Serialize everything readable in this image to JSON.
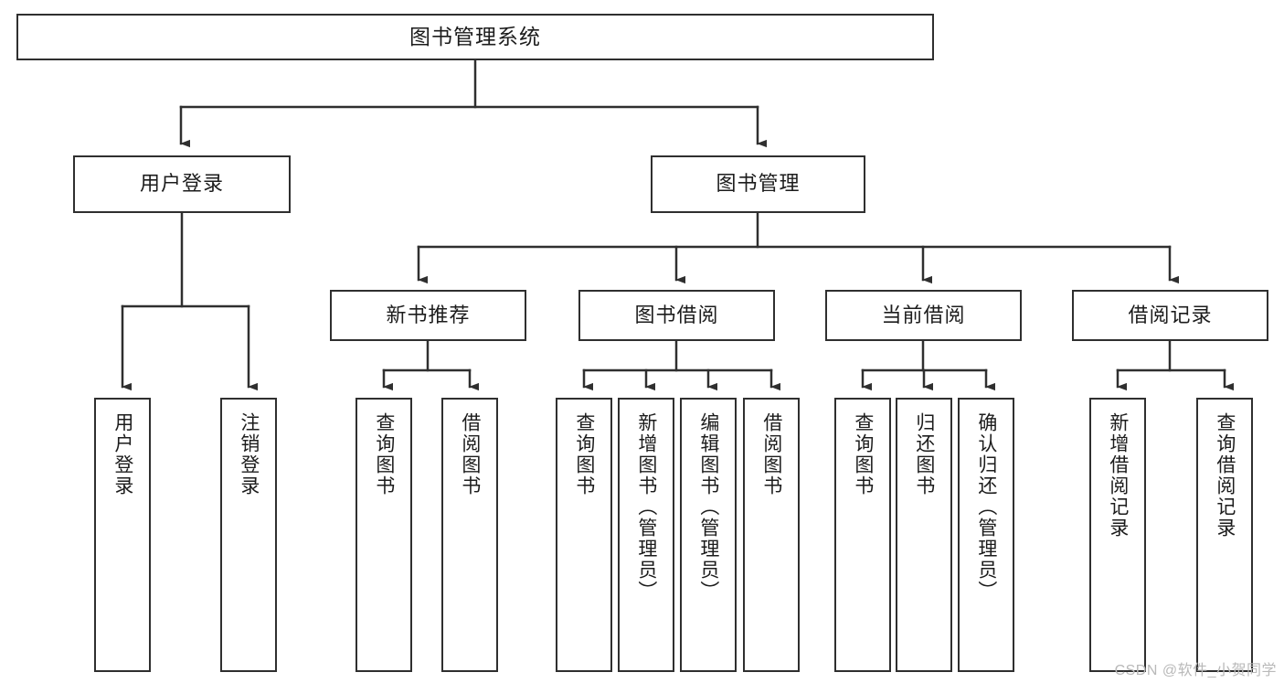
{
  "diagram": {
    "title": "图书管理系统",
    "watermark": "CSDN @软件_小贺同学",
    "colors": {
      "stroke": "#2f2f2f",
      "box_fill": "#ffffff",
      "text": "#1c1c1c",
      "background": "#ffffff",
      "watermark": "#b9b9b9"
    },
    "nodes": {
      "root": {
        "label": "图书管理系统"
      },
      "level1": [
        {
          "label": "用户登录"
        },
        {
          "label": "图书管理"
        }
      ],
      "level2": [
        {
          "label": "新书推荐"
        },
        {
          "label": "图书借阅"
        },
        {
          "label": "当前借阅"
        },
        {
          "label": "借阅记录"
        }
      ],
      "leaves": {
        "user_login": [
          {
            "label": "用户登录"
          },
          {
            "label": "注销登录"
          }
        ],
        "new_book_recommend": [
          {
            "label": "查询图书"
          },
          {
            "label": "借阅图书"
          }
        ],
        "book_borrow": [
          {
            "label": "查询图书"
          },
          {
            "label": "新增图书（管理员）"
          },
          {
            "label": "编辑图书（管理员）"
          },
          {
            "label": "借阅图书"
          }
        ],
        "current_borrow": [
          {
            "label": "查询图书"
          },
          {
            "label": "归还图书"
          },
          {
            "label": "确认归还（管理员）"
          }
        ],
        "borrow_records": [
          {
            "label": "新增借阅记录"
          },
          {
            "label": "查询借阅记录"
          }
        ]
      }
    }
  }
}
